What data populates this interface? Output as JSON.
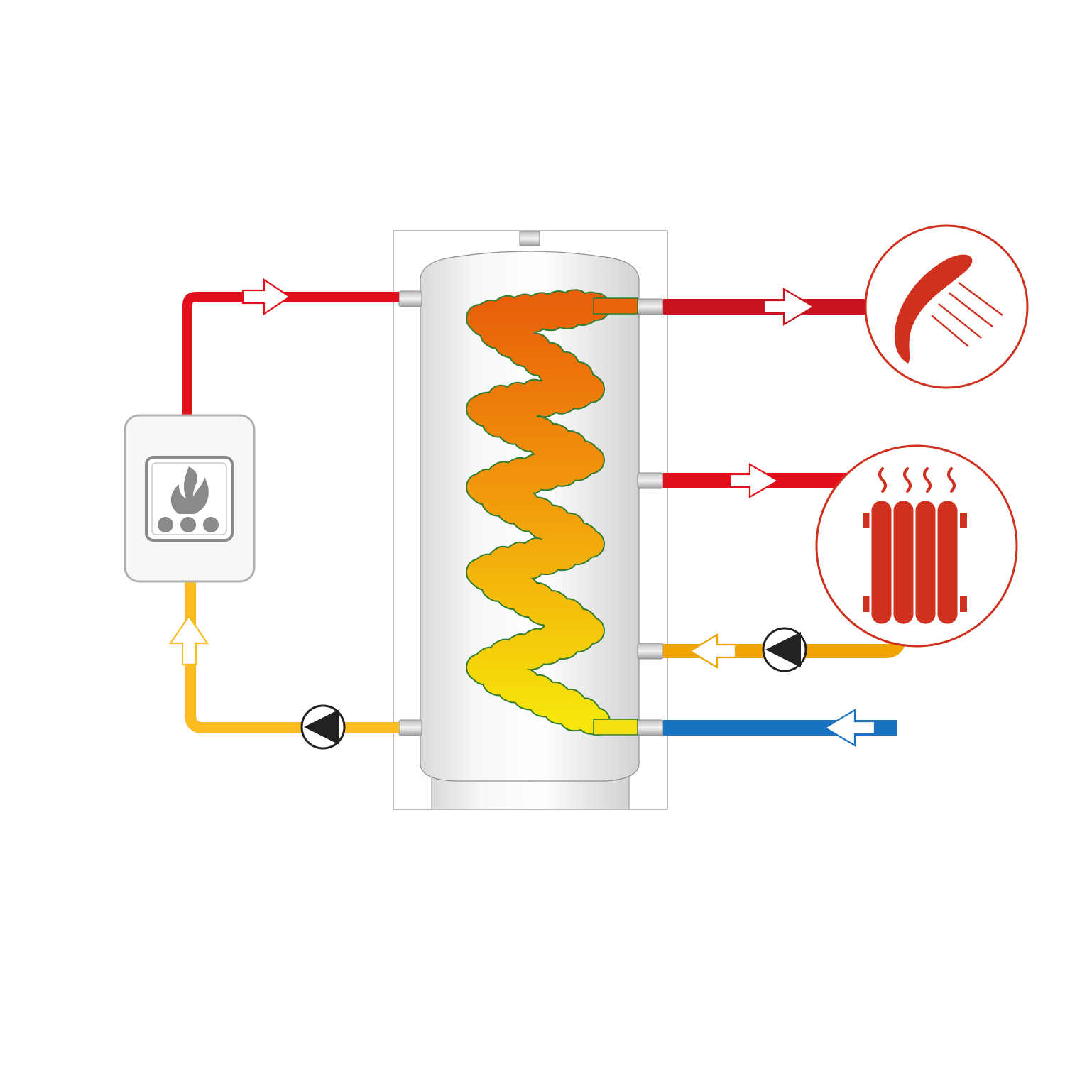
{
  "diagram": {
    "kind": "buffer tank heating schematic",
    "colors": {
      "hot": "#e2101b",
      "dhw_hot": "#c8141f",
      "warm": "#f0a500",
      "return_yellow": "#fbbc22",
      "cold": "#1a73c2",
      "icon_red": "#d0301e",
      "coil_top": "#e8600a",
      "coil_bottom": "#f6e60a",
      "coil_outline": "#2e7d32",
      "boiler_icon": "#8a8a8a",
      "tank_body": "#e4e4e4"
    },
    "icons": [
      "boiler-flame-icon",
      "shower-icon",
      "radiator-icon",
      "pump-icon"
    ],
    "flow_directions": {
      "boiler_flow": "right",
      "boiler_return": "up",
      "hot_water_out": "right",
      "heating_flow": "right",
      "heating_return": "left",
      "cold_water_in": "left"
    }
  }
}
